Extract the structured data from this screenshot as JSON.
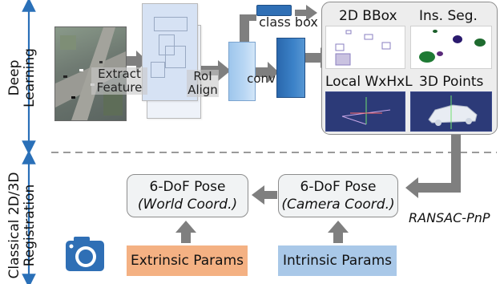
{
  "sections": {
    "top_line1": "Deep",
    "top_line2": "Learning",
    "bottom_line1": "Classical 2D/3D",
    "bottom_line2": "Registration"
  },
  "pipeline": {
    "extract_line1": "Extract",
    "extract_line2": "Feature",
    "roi_line1": "RoI",
    "roi_line2": "Align",
    "conv": "conv",
    "class_box": "class box"
  },
  "outputs": {
    "bbox": "2D BBox",
    "seg": "Ins. Seg.",
    "dims": "Local WxHxL",
    "points": "3D Points"
  },
  "registration": {
    "camera_pose_title": "6-DoF Pose",
    "camera_pose_coord": "(Camera Coord.)",
    "world_pose_title": "6-DoF Pose",
    "world_pose_coord": "(World Coord.)",
    "solver": "RANSAC-PnP",
    "extrinsic": "Extrinsic Params",
    "intrinsic": "Intrinsic Params"
  },
  "colors": {
    "axis_blue": "#2a70b8",
    "arrow_gray": "#7f7f7f",
    "extrinsic_fill": "#f4b183",
    "intrinsic_fill": "#a9c8e8",
    "camera_blue": "#2f6fb5"
  },
  "icons": [
    "camera-icon",
    "road-image-thumbnail"
  ]
}
